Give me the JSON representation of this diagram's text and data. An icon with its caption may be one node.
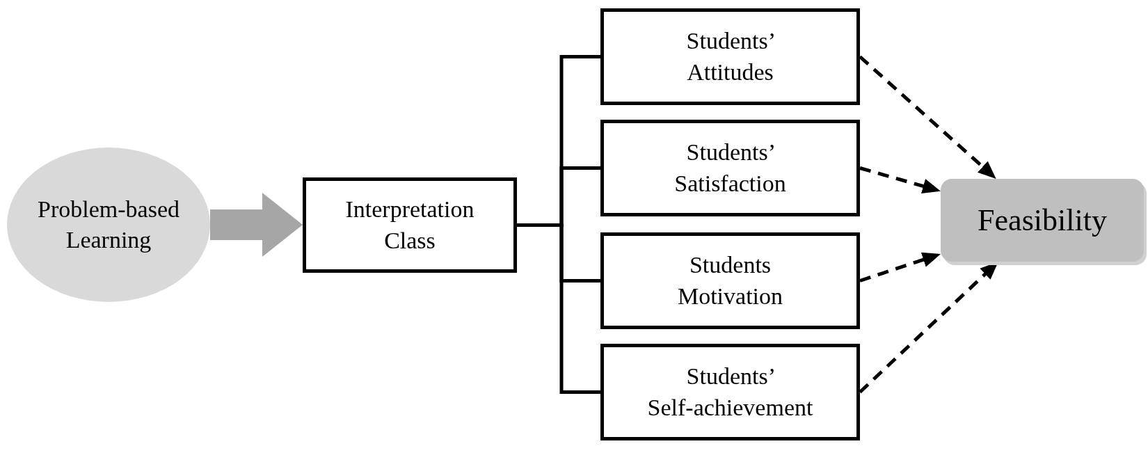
{
  "diagram": {
    "nodes": [
      {
        "text": [
          "Problem-based Learning"
        ]
      },
      {
        "text": [
          "Interpretation Class"
        ]
      },
      {
        "text": [
          "Students’ Attitudes"
        ]
      },
      {
        "text": [
          "Students’ Satisfaction"
        ]
      },
      {
        "text": [
          "Students Motivation"
        ]
      },
      {
        "text": [
          "Students’ Self-achievement"
        ]
      },
      {
        "text": [
          "Feasibility"
        ]
      }
    ],
    "edges": [
      {
        "from": 0,
        "to": 1,
        "arrow": "to",
        "style": "thick",
        "color": "#a6a6a6"
      },
      {
        "from": 1,
        "to": 2,
        "arrow": "none"
      },
      {
        "from": 1,
        "to": 3,
        "arrow": "none"
      },
      {
        "from": 1,
        "to": 4,
        "arrow": "none"
      },
      {
        "from": 1,
        "to": 5,
        "arrow": "none"
      },
      {
        "from": 2,
        "to": 6,
        "arrow": "to",
        "style": "dashed"
      },
      {
        "from": 3,
        "to": 6,
        "arrow": "to",
        "style": "dashed"
      },
      {
        "from": 4,
        "to": 6,
        "arrow": "to",
        "style": "dashed"
      },
      {
        "from": 5,
        "to": 6,
        "arrow": "to",
        "style": "dashed"
      }
    ]
  }
}
